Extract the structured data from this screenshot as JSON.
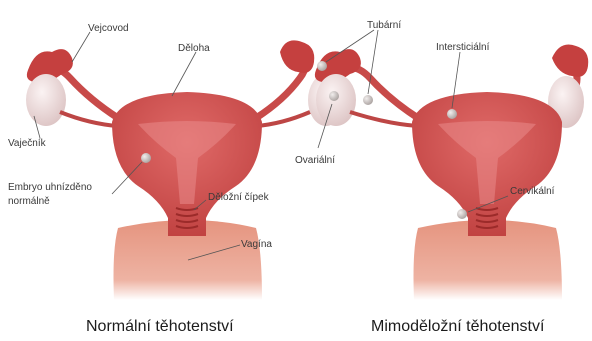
{
  "diagram": {
    "normal": {
      "caption": "Normální těhotenství",
      "labels": {
        "oviduct": "Vejcovod",
        "uterus": "Děloha",
        "ovary": "Vaječník",
        "embryo_line1": "Embryo uhnízděno",
        "embryo_line2": "normálně",
        "cervix": "Děložní čípek",
        "vagina": "Vagína"
      }
    },
    "ectopic": {
      "caption": "Mimoděložní těhotenství",
      "labels": {
        "tubal": "Tubární",
        "interstitial": "Intersticiální",
        "ovarian": "Ovariální",
        "cervical": "Cervikální"
      }
    },
    "colors": {
      "tissue": "#d4504f",
      "tissue_dark": "#a8302f",
      "canal": "#e2777a",
      "vagina": "#e69a86",
      "ovary": "#efe0e0",
      "embryo": "#cfc8c6",
      "leader": "#555555"
    }
  }
}
